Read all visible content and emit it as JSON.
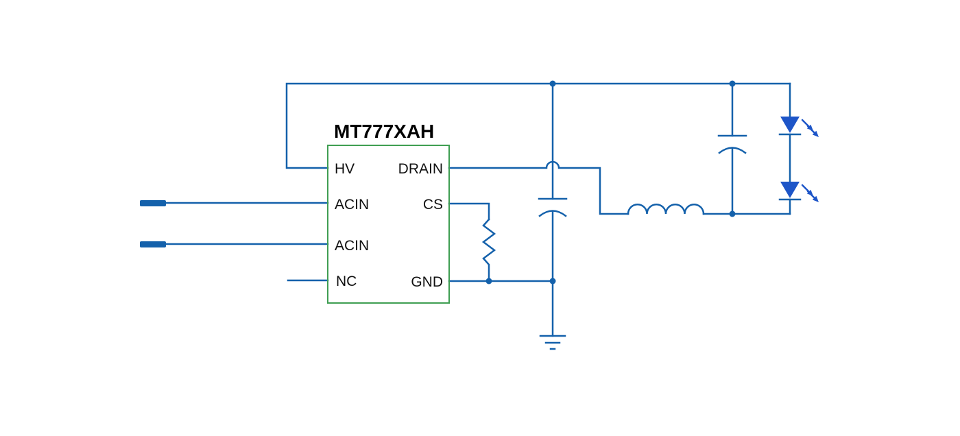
{
  "diagram": {
    "title": "MT777XAH",
    "pins": {
      "hv": "HV",
      "acin_top": "ACIN",
      "acin_bottom": "ACIN",
      "nc": "NC",
      "drain": "DRAIN",
      "cs": "CS",
      "gnd": "GND"
    },
    "components": {
      "ic": "ic-outline",
      "resistor": "resistor",
      "capacitor_mid": "capacitor",
      "capacitor_right": "capacitor",
      "inductor": "inductor",
      "led_top": "led",
      "led_bottom": "led",
      "ground": "earth-ground",
      "terminal_top": "ac-input-terminal",
      "terminal_bottom": "ac-input-terminal"
    }
  },
  "colors": {
    "wire": "#1461ab",
    "led_fill": "#1d55c8",
    "ic_border": "#3f9e52",
    "text": "#000000",
    "background": "#ffffff"
  }
}
